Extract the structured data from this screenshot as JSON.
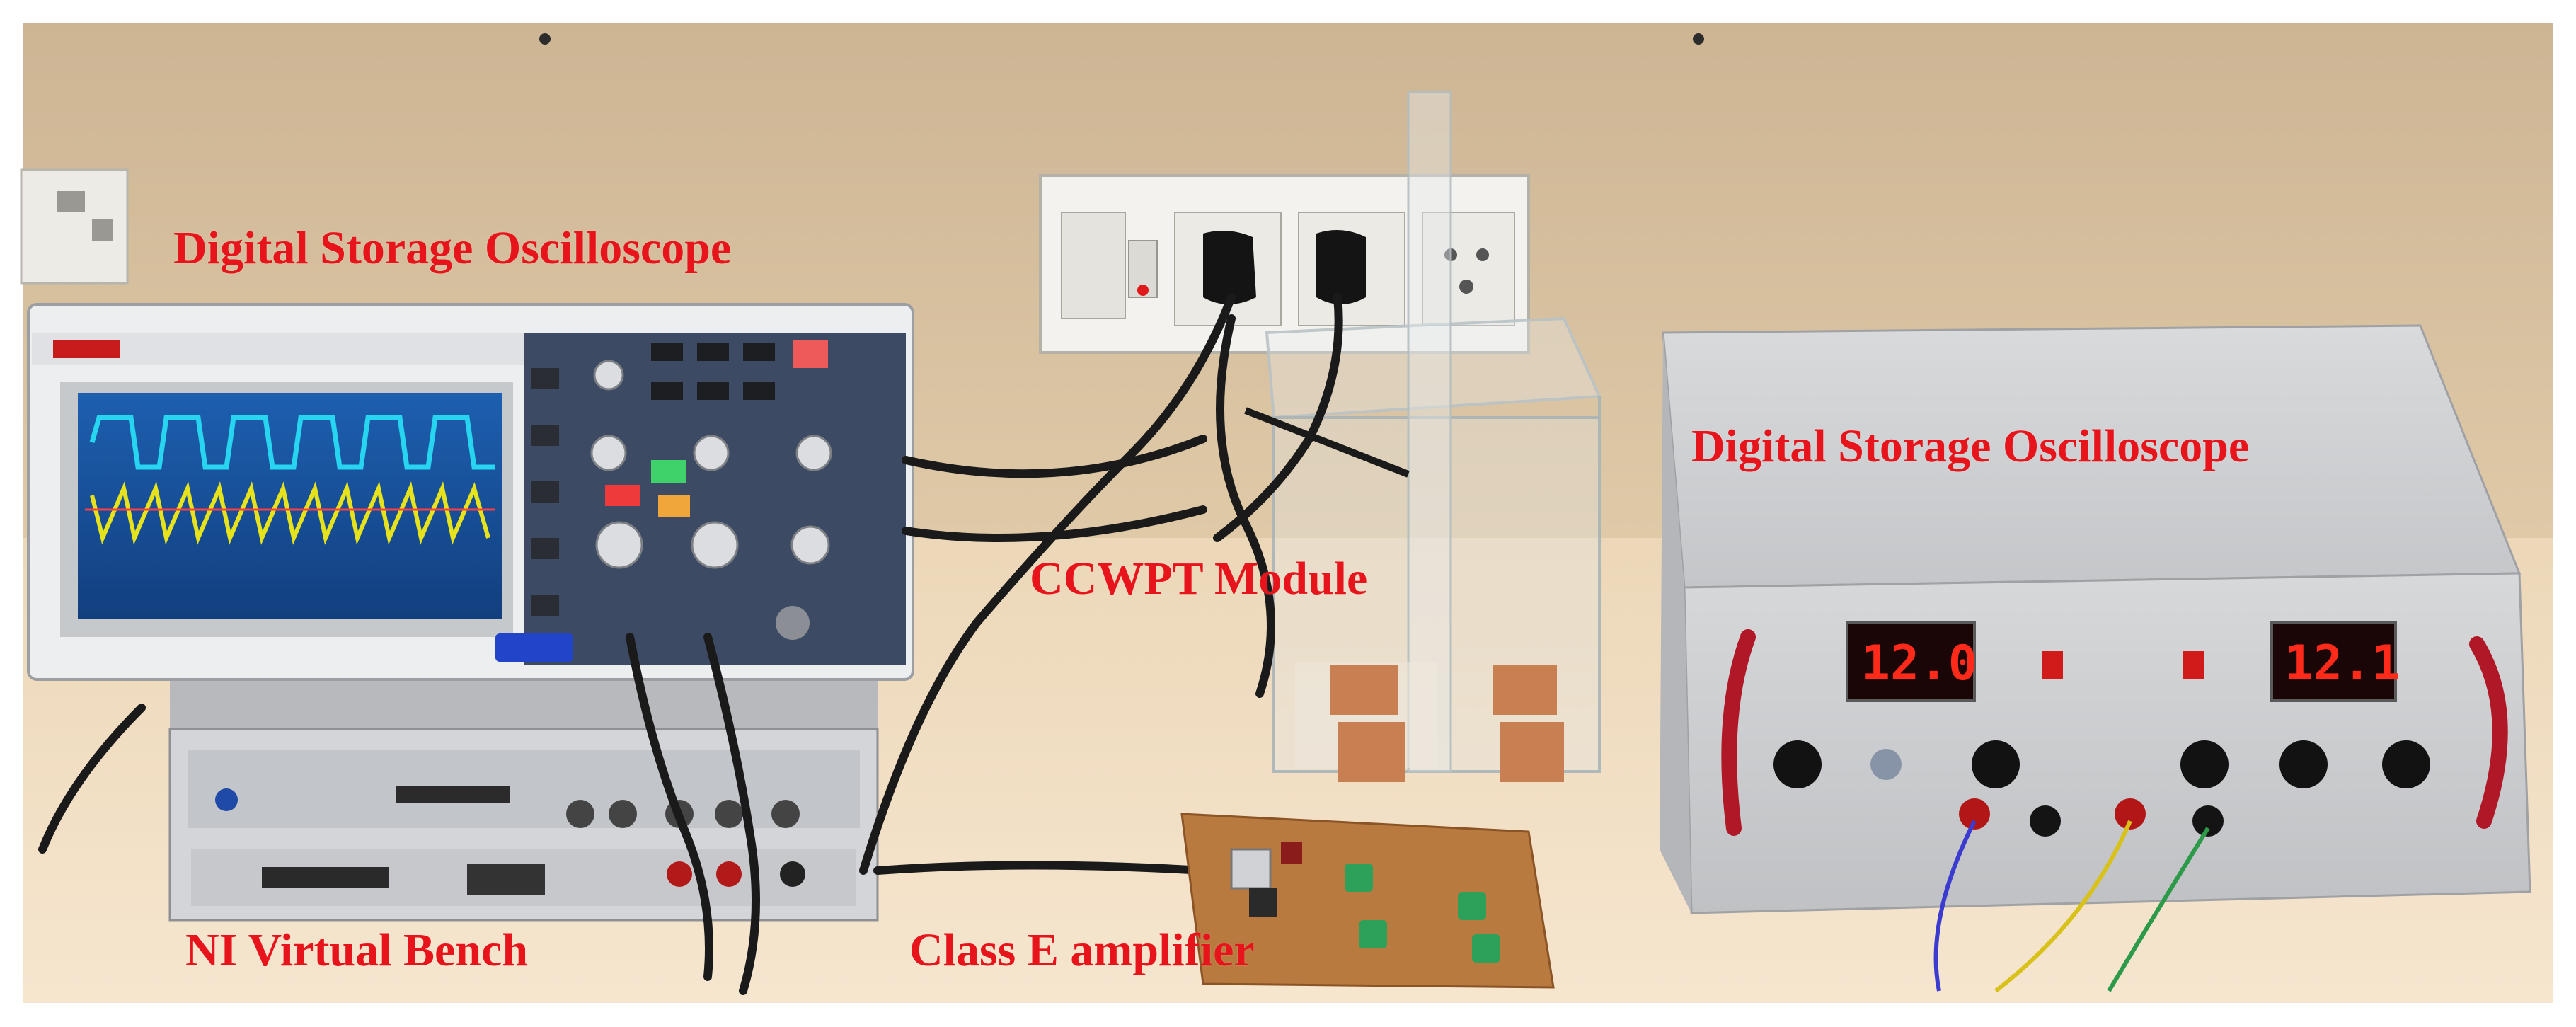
{
  "labels": {
    "dso_left": "Digital Storage Oscilloscope",
    "dso_right": "Digital Storage Oscilloscope",
    "ccwpt": "CCWPT Module",
    "ni_bench": "NI Virtual Bench",
    "class_e": "Class E amplifier"
  },
  "power_supply": {
    "display_left": "12.0",
    "display_right": "12.1"
  },
  "colors": {
    "label": "#e8141c",
    "wall": "#d8c19e",
    "table": "#f2dfc4"
  }
}
